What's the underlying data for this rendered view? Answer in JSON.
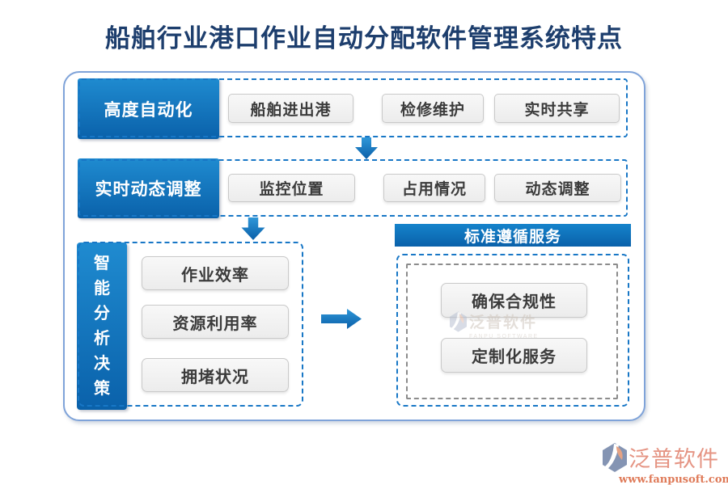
{
  "title": "船舶行业港口作业自动分配软件管理系统特点",
  "colors": {
    "accent_blue_top": "#1f8bd0",
    "accent_blue_bottom": "#0a61aa",
    "dashed_border_blue": "#1877c6",
    "dashed_border_gray": "#8c8c8c",
    "container_border": "#7fa3d9",
    "title_navy": "#1d3e6d",
    "brand_salmon": "#e59483"
  },
  "rows": [
    {
      "label": "高度自动化",
      "items": [
        "船舶进出港",
        "检修维护",
        "实时共享"
      ]
    },
    {
      "label": "实时动态调整",
      "items": [
        "监控位置",
        "占用情况",
        "动态调整"
      ]
    }
  ],
  "analysis": {
    "label": "智能分析决策",
    "items": [
      "作业效率",
      "资源利用率",
      "拥堵状况"
    ]
  },
  "service": {
    "header": "标准遵循服务",
    "items": [
      "确保合规性",
      "定制化服务"
    ]
  },
  "watermark": {
    "text": "泛普软件",
    "subtext": "FANPU SOFTWARE"
  },
  "brand": {
    "name": "泛普软件",
    "url": "www.fanpusoft.com"
  }
}
